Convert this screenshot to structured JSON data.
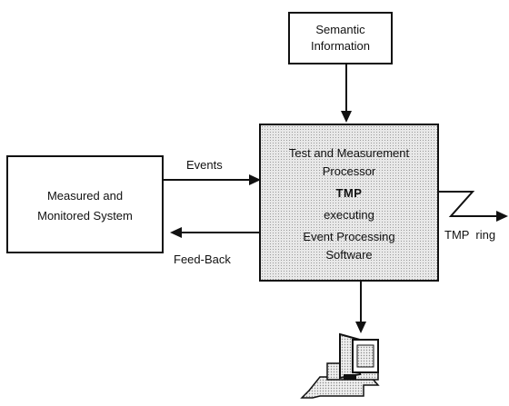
{
  "semantic_box": {
    "line1": "Semantic",
    "line2": "Information"
  },
  "measured_box": {
    "line1": "Measured and",
    "line2": "Monitored System"
  },
  "tmp_box": {
    "line1": "Test and Measurement",
    "line2": "Processor",
    "line3": "TMP",
    "line4": "executing",
    "line5": "Event Processing",
    "line6": "Software"
  },
  "labels": {
    "events": "Events",
    "feedback": "Feed-Back",
    "tmp_ring": "TMP  ring"
  }
}
